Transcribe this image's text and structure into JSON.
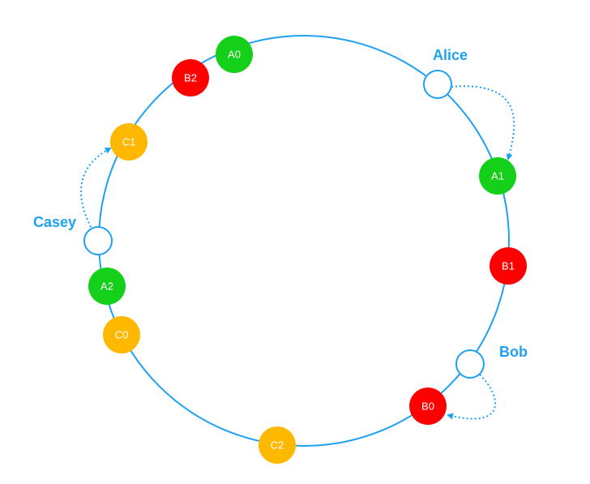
{
  "colors": {
    "ring": "#1ea1f2",
    "green": "#15d01a",
    "red": "#ff0000",
    "yellow": "#ffb800",
    "client_fill": "#ffffff"
  },
  "nodes": [
    {
      "id": "A0",
      "label": "A0",
      "color": "green"
    },
    {
      "id": "B2",
      "label": "B2",
      "color": "red"
    },
    {
      "id": "C1",
      "label": "C1",
      "color": "yellow"
    },
    {
      "id": "A2",
      "label": "A2",
      "color": "green"
    },
    {
      "id": "C0",
      "label": "C0",
      "color": "yellow"
    },
    {
      "id": "C2",
      "label": "C2",
      "color": "yellow"
    },
    {
      "id": "B0",
      "label": "B0",
      "color": "red"
    },
    {
      "id": "B1",
      "label": "B1",
      "color": "red"
    },
    {
      "id": "A1",
      "label": "A1",
      "color": "green"
    }
  ],
  "clients": [
    {
      "id": "alice",
      "label": "Alice",
      "maps_to": "A1"
    },
    {
      "id": "bob",
      "label": "Bob",
      "maps_to": "B0"
    },
    {
      "id": "casey",
      "label": "Casey",
      "maps_to": "C1"
    }
  ]
}
